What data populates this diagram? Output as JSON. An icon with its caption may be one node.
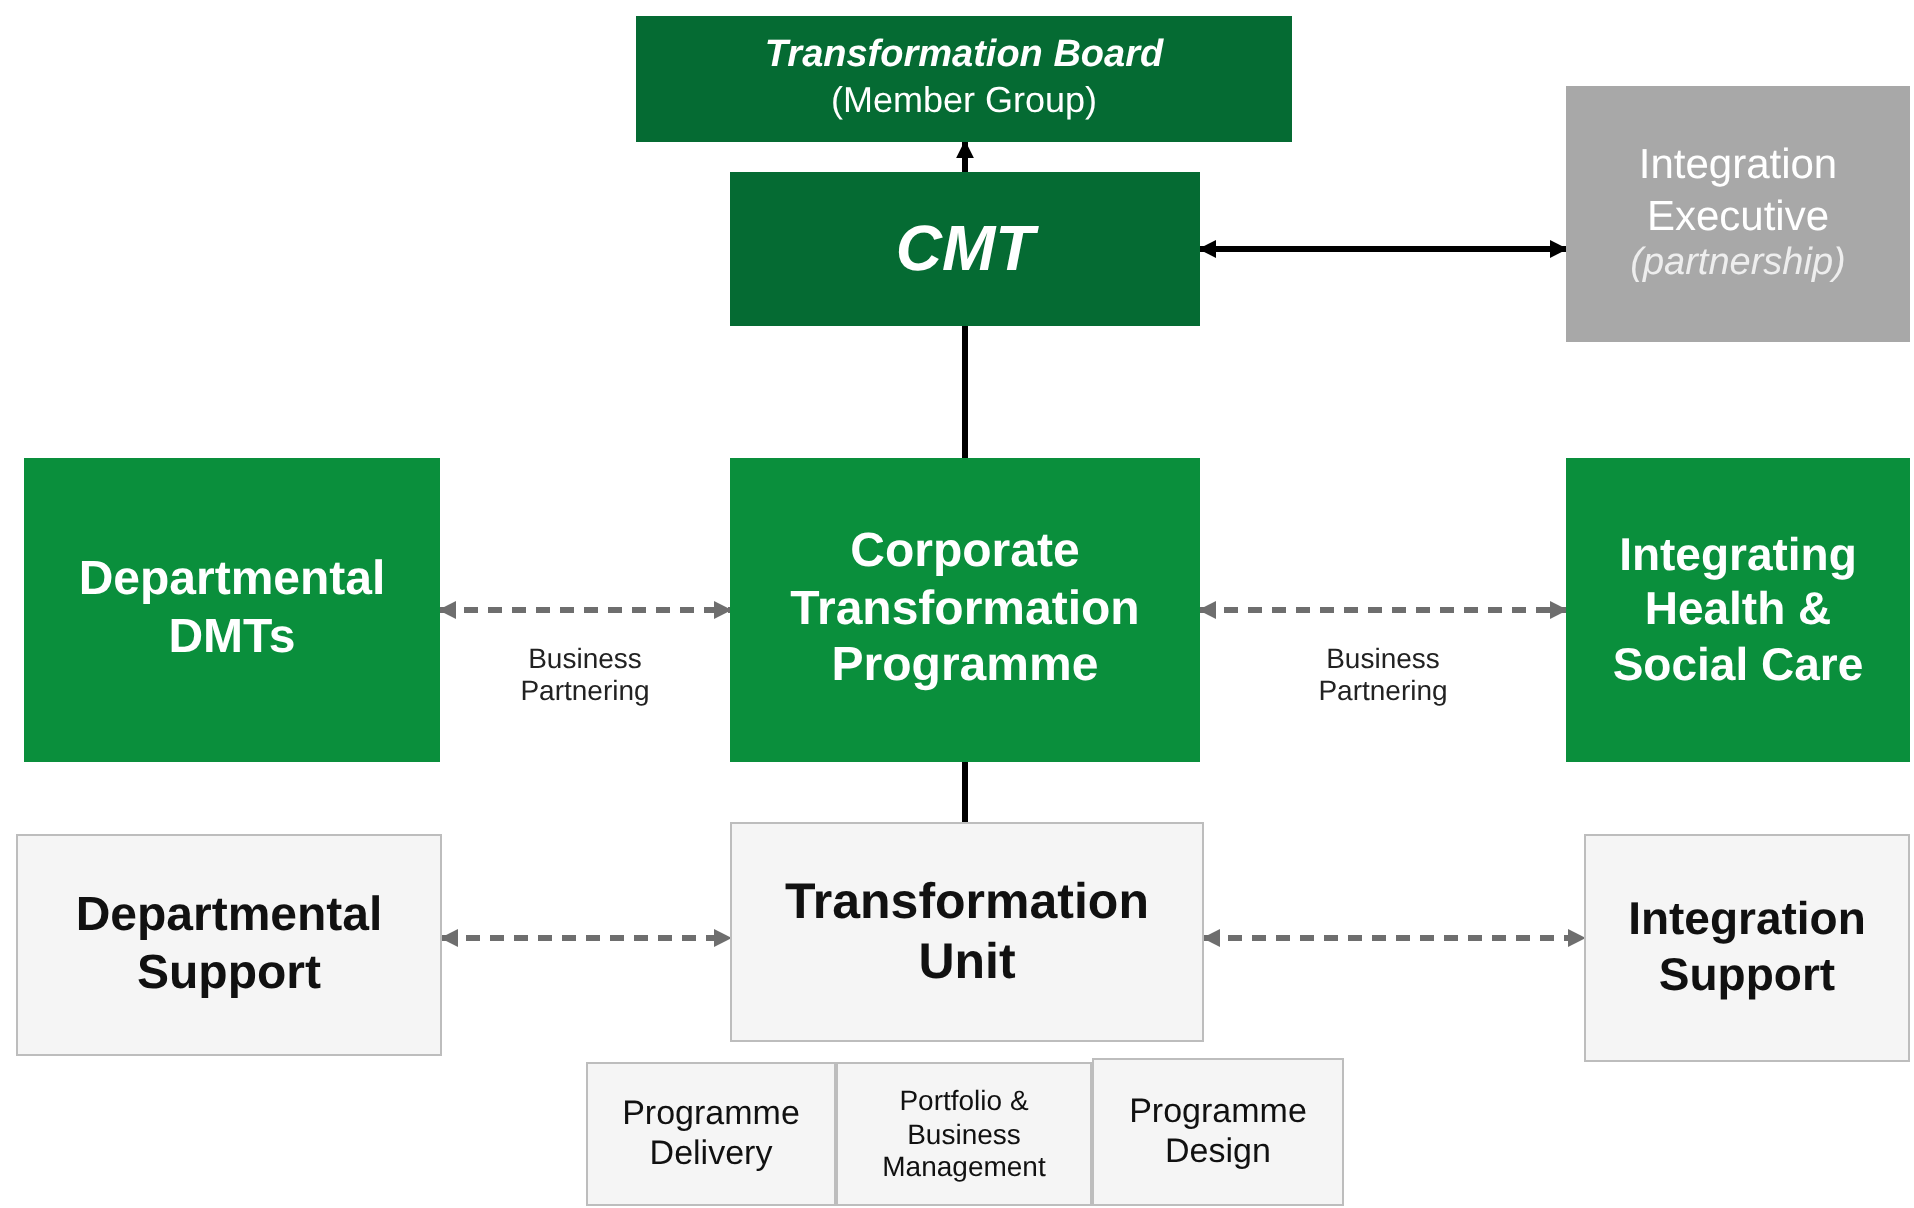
{
  "diagram": {
    "nodes": [
      {
        "text": [
          "Transformation Board",
          "(Member Group)"
        ]
      },
      {
        "text": [
          "CMT"
        ]
      },
      {
        "text": [
          "Integration Executive",
          "(partnership)"
        ]
      },
      {
        "text": [
          "Departmental DMTs"
        ]
      },
      {
        "text": [
          "Corporate Transformation Programme"
        ]
      },
      {
        "text": [
          "Integrating Health & Social Care"
        ]
      },
      {
        "text": [
          "Departmental Support"
        ]
      },
      {
        "text": [
          "Transformation Unit"
        ]
      },
      {
        "text": [
          "Programme Delivery"
        ]
      },
      {
        "text": [
          "Portfolio & Business Management"
        ]
      },
      {
        "text": [
          "Programme Design"
        ]
      },
      {
        "text": [
          "Integration Support"
        ]
      }
    ],
    "edges": [
      {
        "from": 1,
        "to": 0,
        "arrow": "to"
      },
      {
        "from": 1,
        "to": 2,
        "arrow": "both"
      },
      {
        "from": 1,
        "to": 4,
        "arrow": "none"
      },
      {
        "from": 4,
        "to": 7,
        "arrow": "none"
      },
      {
        "from": 3,
        "to": 4,
        "arrow": "both",
        "label": "Business Partnering",
        "style": "dashed",
        "color": "#6e6e6e"
      },
      {
        "from": 4,
        "to": 5,
        "arrow": "both",
        "label": "Business Partnering",
        "style": "dashed",
        "color": "#6e6e6e"
      },
      {
        "from": 6,
        "to": 7,
        "arrow": "both",
        "style": "dashed",
        "color": "#6e6e6e"
      },
      {
        "from": 7,
        "to": 11,
        "arrow": "both",
        "style": "dashed",
        "color": "#6e6e6e"
      }
    ]
  }
}
